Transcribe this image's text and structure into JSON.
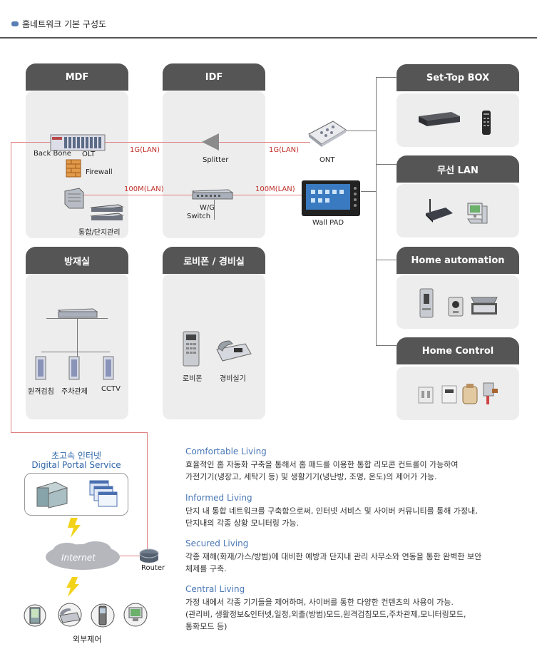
{
  "header": {
    "title": "홈네트워크 기본 구성도"
  },
  "sections": {
    "mdf": "MDF",
    "idf": "IDF",
    "bangjae": "방재실",
    "lobby": "로비폰 / 경비실",
    "settop": "Set-Top BOX",
    "wlan": "무선 LAN",
    "homeauto": "Home automation",
    "homectrl": "Home Control"
  },
  "labels": {
    "backbone": "Back Bone",
    "olt": "OLT",
    "firewall": "Firewall",
    "integrated": "통합/단지관리",
    "splitter": "Splitter",
    "wg": "W/G",
    "switch": "Switch",
    "ont": "ONT",
    "wallpad": "Wall PAD",
    "remote_meter": "원격검침",
    "parking": "주차관제",
    "cctv": "CCTV",
    "lobbyphone": "로비폰",
    "guardphone": "경비실기",
    "router": "Router",
    "internet": "Internet",
    "external": "외부제어"
  },
  "links": {
    "g1_left": "1G(LAN)",
    "g1_right": "1G(LAN)",
    "m100_left": "100M(LAN)",
    "m100_right": "100M(LAN)"
  },
  "portal": {
    "line1": "초고속 인터넷",
    "line2": "Digital Portal Service"
  },
  "descriptions": [
    {
      "title": "Comfortable Living",
      "lines": [
        "효율적인 홈 자동화 구축을 통해서 홈 패드를 이용한 통합 리모콘 컨트롤이 가능하여",
        "가전기기(냉장고, 세탁기 등) 및 생활기기(냉난방, 조명, 온도)의 제어가 가능."
      ]
    },
    {
      "title": "Informed Living",
      "lines": [
        "단지 내 통합 네트워크를 구축함으로써, 인터넷 서비스 및 사이버 커뮤니티를 통해 가정내,",
        "단지내의 각종 상황 모니터링 가능."
      ]
    },
    {
      "title": "Secured Living",
      "lines": [
        "각종 재해(화재/가스/방범)에 대비한 예방과 단지내 관리 사무소와 연동을 통한 완벽한 보안",
        "체제를 구축."
      ]
    },
    {
      "title": "Central Living",
      "lines": [
        "가정 내에서 각종 기기들을 제어하며, 사이버를 통한 다양한 컨텐츠의 사용이 가능.",
        "(관리비, 생활정보&인터넷,일정,외출(방범)모드,원격검침모드,주차관제,모니터링모드,",
        "통화모드 등)"
      ]
    }
  ]
}
